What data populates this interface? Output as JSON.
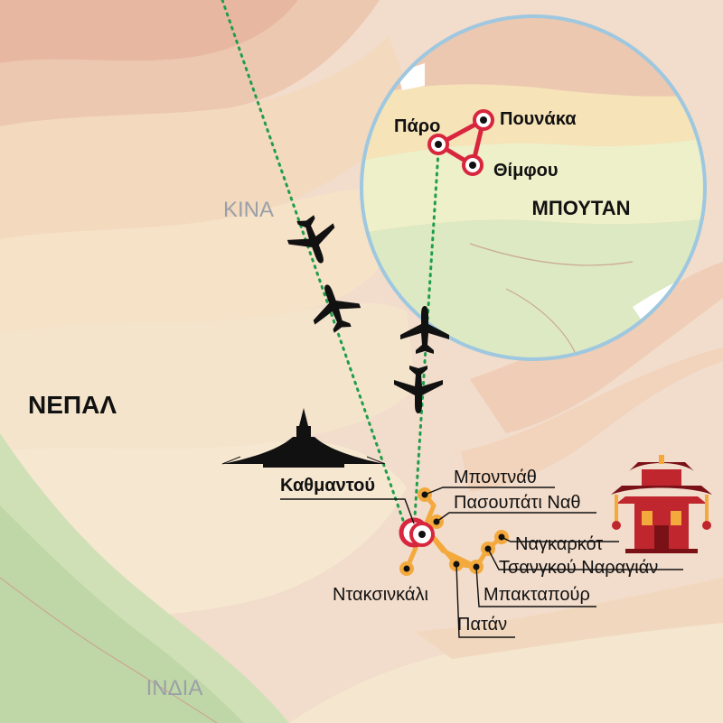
{
  "map": {
    "regions": {
      "china": "ΚΙΝΑ",
      "nepal": "ΝΕΠΑΛ",
      "india": "ΙΝΔΙΑ",
      "bhutan": "ΜΠΟΥΤΑΝ"
    },
    "cities": {
      "kathmandu": "Καθμαντού",
      "boudhanath": "Μποντνάθ",
      "pashupatinath": "Πασουπάτι Ναθ",
      "nagarkot": "Ναγκαρκότ",
      "changu_narayan": "Τσανγκού Ναραγιάν",
      "bhaktapur": "Μπακταπούρ",
      "patan": "Πατάν",
      "dakshinkali": "Ντακσινκάλι",
      "paro": "Πάρο",
      "punakha": "Πουνάκα",
      "thimphu": "Θίμφου"
    },
    "icons": [
      "airplane-icon",
      "stupa-icon",
      "pagoda-temple-icon"
    ],
    "colors": {
      "flight_route": "#1f9e4a",
      "bhutan_route": "#d7263d",
      "nepal_route": "#f3a93c",
      "inset_border": "#9ec7e0"
    }
  }
}
